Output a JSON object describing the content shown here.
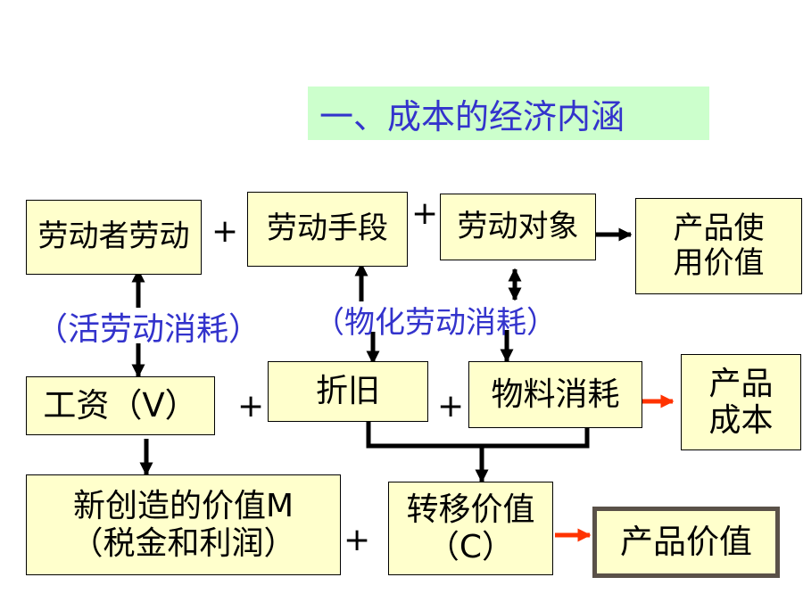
{
  "title": "一、成本的经济内涵",
  "row1": {
    "living_labor": "劳动者劳动",
    "means_of_labor": "劳动手段",
    "object_of_labor": "劳动对象",
    "use_value": [
      "产品使",
      "用价值"
    ]
  },
  "notes": {
    "living_labor_consumption": "（活劳动消耗）",
    "materialized_labor_consumption": "（物化劳动消耗）"
  },
  "row2": {
    "wages": "工资（V）",
    "depreciation": "折旧",
    "material_consumption": "物料消耗",
    "product_cost": [
      "产品",
      "成本"
    ]
  },
  "row3": {
    "new_value": [
      "新创造的价值M",
      "（税金和利润）"
    ],
    "transferred_value": [
      "转移价值",
      "（C）"
    ],
    "product_value": "产品价值"
  },
  "operators": {
    "plus": "+"
  },
  "colors": {
    "banner": "#ccffcc",
    "title_text": "#3333cc",
    "box_fill": "#ffffcc",
    "note_text": "#3333cc",
    "red_arrow": "#ff3300",
    "final_border": "#5a5148"
  }
}
